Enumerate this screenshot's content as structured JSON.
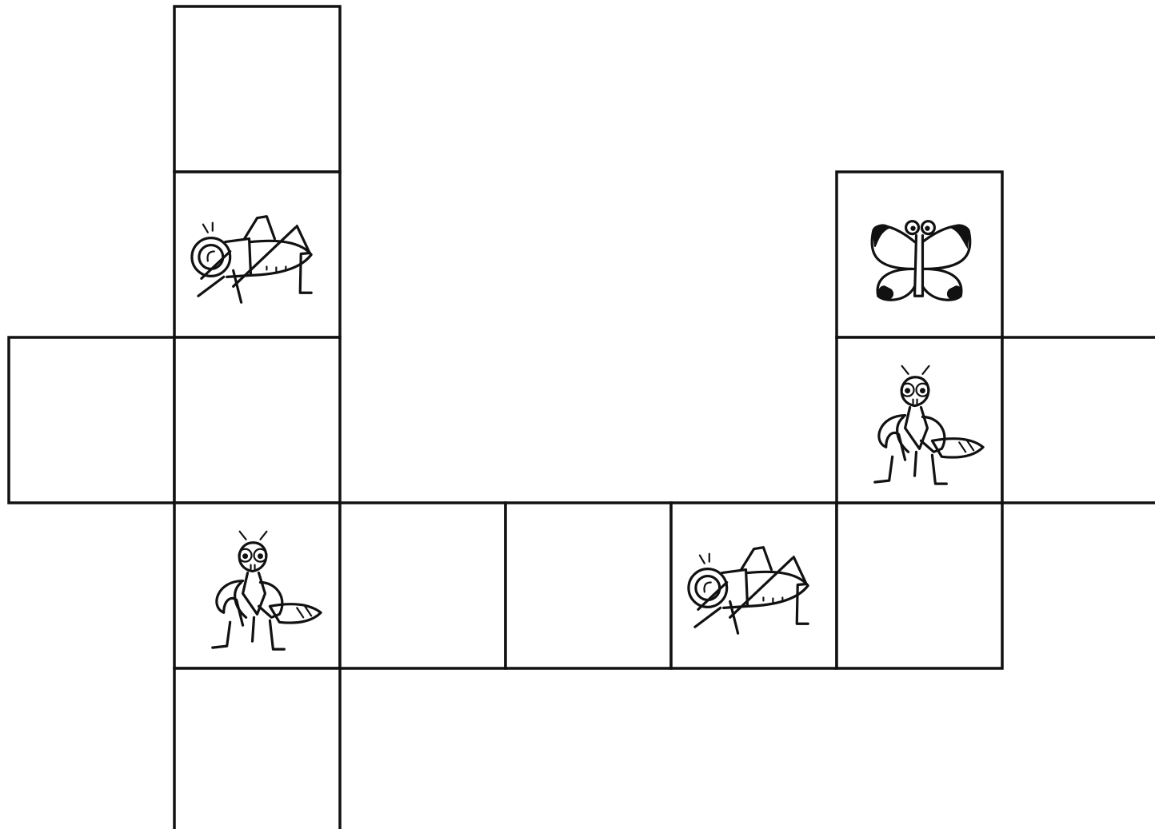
{
  "board": {
    "name": "insect-path-board",
    "line_color": "#111111",
    "background": "#ffffff",
    "cells": [
      {
        "id": "c1",
        "row": 0,
        "col": 1,
        "icon": null
      },
      {
        "id": "c2",
        "row": 1,
        "col": 1,
        "icon": "grasshopper"
      },
      {
        "id": "c3",
        "row": 2,
        "col": 0,
        "icon": null
      },
      {
        "id": "c4",
        "row": 2,
        "col": 1,
        "icon": null
      },
      {
        "id": "c5",
        "row": 3,
        "col": 1,
        "icon": "mantis"
      },
      {
        "id": "c6",
        "row": 3,
        "col": 2,
        "icon": null
      },
      {
        "id": "c7",
        "row": 3,
        "col": 3,
        "icon": null
      },
      {
        "id": "c8",
        "row": 3,
        "col": 4,
        "icon": "grasshopper"
      },
      {
        "id": "c9",
        "row": 3,
        "col": 5,
        "icon": null
      },
      {
        "id": "c10",
        "row": 1,
        "col": 5,
        "icon": "butterfly"
      },
      {
        "id": "c11",
        "row": 2,
        "col": 5,
        "icon": "mantis"
      },
      {
        "id": "c12",
        "row": 2,
        "col": 6,
        "icon": null
      },
      {
        "id": "c13",
        "row": 4,
        "col": 1,
        "icon": null
      }
    ]
  }
}
